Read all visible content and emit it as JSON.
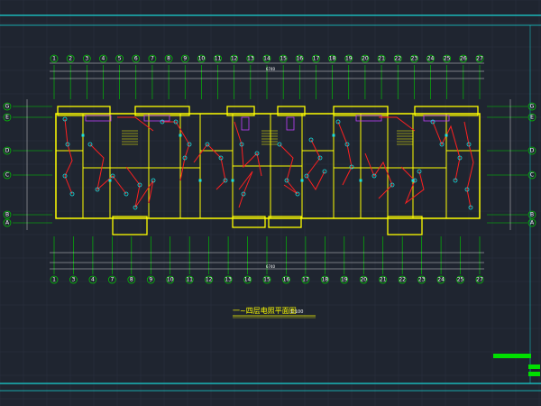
{
  "drawing": {
    "title": "一~四层电照平面图",
    "scale": "1:100",
    "top_axes": [
      "1",
      "2",
      "3",
      "4",
      "5",
      "6",
      "7",
      "8",
      "9",
      "10",
      "11",
      "12",
      "13",
      "14",
      "15",
      "16",
      "17",
      "18",
      "19",
      "20",
      "21",
      "22",
      "23",
      "24",
      "25",
      "26",
      "27"
    ],
    "bottom_axes": [
      "1",
      "3",
      "4",
      "7",
      "8",
      "9",
      "10",
      "11",
      "12",
      "13",
      "14",
      "15",
      "16",
      "17",
      "18",
      "19",
      "20",
      "21",
      "22",
      "23",
      "24",
      "25",
      "27"
    ],
    "left_axes": [
      "G",
      "E",
      "D",
      "C",
      "B",
      "A"
    ],
    "right_axes": [
      "G",
      "E",
      "D",
      "C",
      "B",
      "A"
    ],
    "overall_dim_top": "6740",
    "overall_dim_bottom": "6740"
  },
  "colors": {
    "background": "#1f2530",
    "frame": "#19d3d3",
    "wall": "#ffff00",
    "axis": "#00d000",
    "wire": "#ff2020",
    "fixture": "#19e0e0",
    "furniture": "#c040ff",
    "grid": "#2a3140"
  }
}
